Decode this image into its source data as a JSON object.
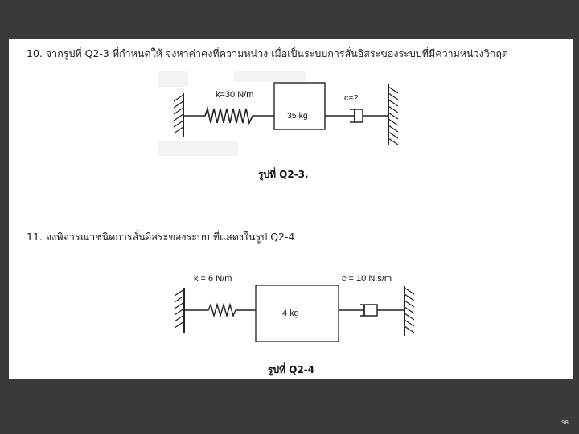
{
  "questions": [
    {
      "text": "10. จากรูปที่ Q2-3 ที่กำหนดให้ จงหาค่าคงที่ความหน่วง เมื่อเป็นระบบการสั่นอิสระของระบบที่มีความหน่วงวิกฤต",
      "figure": {
        "spring_label": "k=30 N/m",
        "mass_label": "35 kg",
        "damper_label": "c=?",
        "caption": "รูปที่ Q2-3."
      }
    },
    {
      "text": "11. จงพิจารณาชนิดการสั่นอิสระของระบบ ที่แสดงในรูป Q2-4",
      "figure": {
        "spring_label": "k = 6 N/m",
        "mass_label": "4 kg",
        "damper_label": "c = 10 N.s/m",
        "caption": "รูปที่ Q2-4"
      }
    }
  ],
  "page_number": "98"
}
